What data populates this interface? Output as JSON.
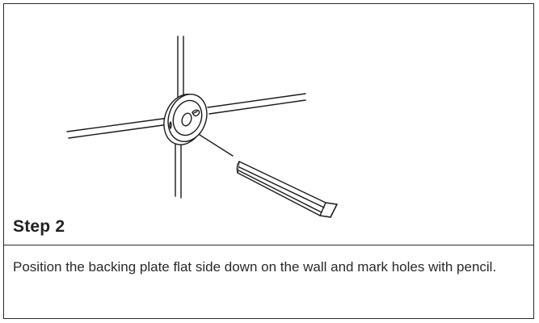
{
  "step": {
    "title": "Step 2",
    "body": "Position the backing plate flat side down on the wall and mark holes with pencil."
  },
  "illustration": {
    "subject": "backing-plate-on-wall-with-pencil",
    "colors": {
      "line": "#1a1a1a",
      "fill": "#ffffff"
    }
  }
}
